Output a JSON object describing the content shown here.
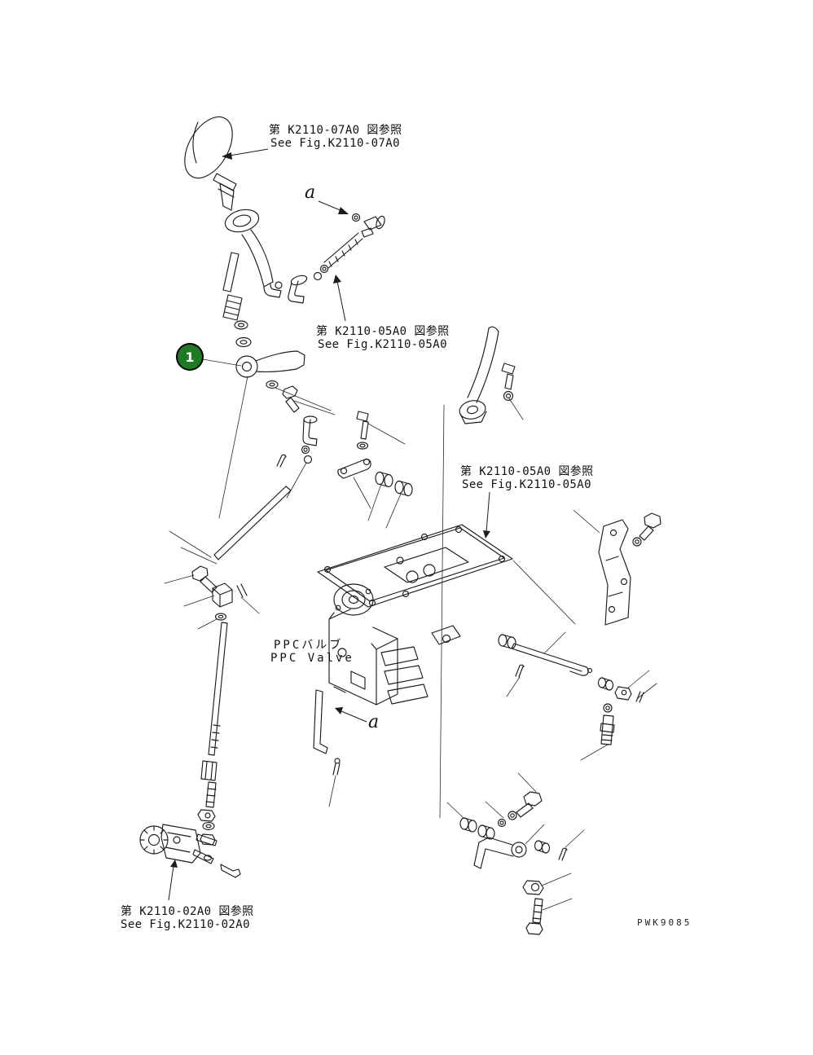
{
  "page": {
    "drawing_code": "PWK9085",
    "background": "#ffffff",
    "line_color": "#1c1c1c"
  },
  "callouts": {
    "item1": {
      "number": "1",
      "fill": "#1e7b24"
    }
  },
  "labels": {
    "ref_top": {
      "jp": "第 K2110-07A0 図参照",
      "en": "See Fig.K2110-07A0"
    },
    "ref_mid_left": {
      "jp": "第 K2110-05A0 図参照",
      "en": "See Fig.K2110-05A0"
    },
    "ref_mid_right": {
      "jp": "第 K2110-05A0 図参照",
      "en": "See Fig.K2110-05A0"
    },
    "ref_bottom_left": {
      "jp": "第 K2110-02A0 図参照",
      "en": "See Fig.K2110-02A0"
    },
    "ppc_valve": {
      "jp": "PPCバルブ",
      "en": "PPC Valve"
    },
    "marker_a_top": "a",
    "marker_a_bottom": "a"
  }
}
